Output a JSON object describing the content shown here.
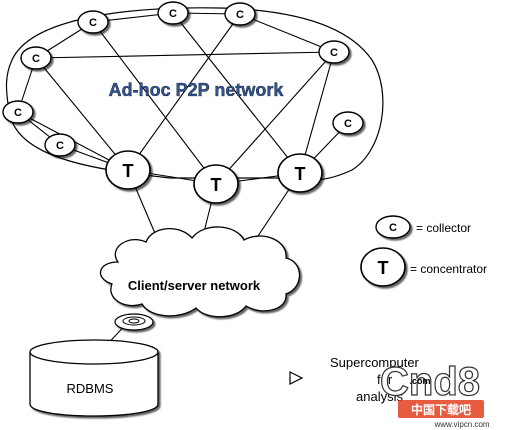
{
  "diagram": {
    "p2p_label": "Ad-hoc P2P network",
    "cs_label": "Client/server network",
    "collector_glyph": "C",
    "concentrator_glyph": "T",
    "db_label": "RDBMS",
    "super_label_1": "Supercomputer",
    "super_label_2": "for",
    "super_label_3": "analysis",
    "colors": {
      "p2p_label": "#2f5597",
      "stroke": "#000000",
      "cloud_fill": "#ffffff"
    }
  },
  "legend": {
    "collector_symbol": "C",
    "collector_text": "= collector",
    "concentrator_symbol": "T",
    "concentrator_text": "= concentrator"
  },
  "watermark": {
    "brand": "Cnd8",
    "domain": ".com",
    "cn_text": "中国下载吧",
    "url": "www.vipcn.com"
  }
}
